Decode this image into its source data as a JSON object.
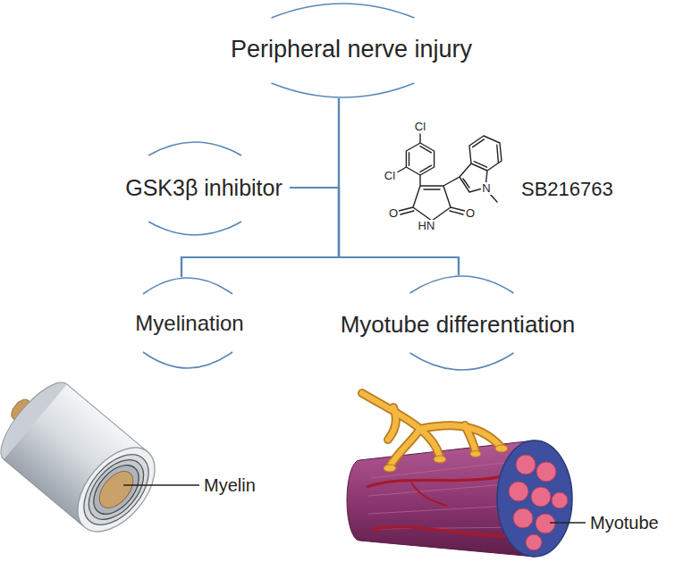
{
  "diagram": {
    "nodes": [
      {
        "text": [
          "Peripheral nerve injury"
        ]
      },
      {
        "text": [
          "GSK3β inhibitor"
        ]
      },
      {
        "text": [
          "Myelination"
        ]
      },
      {
        "text": [
          "Myotube differentiation"
        ]
      }
    ],
    "edges": [
      {
        "from": 0,
        "to": 2,
        "arrow": "none"
      },
      {
        "from": 0,
        "to": 3,
        "arrow": "none"
      },
      {
        "from": 1,
        "to": 2,
        "arrow": "none"
      },
      {
        "from": 1,
        "to": 3,
        "arrow": "none"
      }
    ],
    "labels": [
      "Cl",
      "Cl",
      "O",
      "O",
      "HN",
      "N",
      "SB216763",
      "Myelin",
      "Myotube"
    ]
  }
}
